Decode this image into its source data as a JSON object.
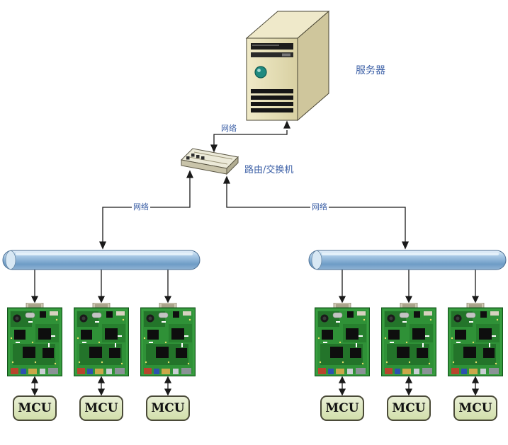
{
  "diagram": {
    "server": {
      "label": "服务器"
    },
    "router": {
      "label": "路由/交换机"
    },
    "links": [
      {
        "label": "网络"
      },
      {
        "label": "网络"
      },
      {
        "label": "网络"
      }
    ],
    "mcus": [
      "MCU",
      "MCU",
      "MCU",
      "MCU",
      "MCU",
      "MCU"
    ],
    "colors": {
      "label_text": "#3b5fa6",
      "server_body": "#e6dfba",
      "bus_fill": "#7fa9d0",
      "pcb_green": "#2f9137",
      "mcu_fill": "#dde8c2",
      "line": "#1a1a1a"
    }
  }
}
